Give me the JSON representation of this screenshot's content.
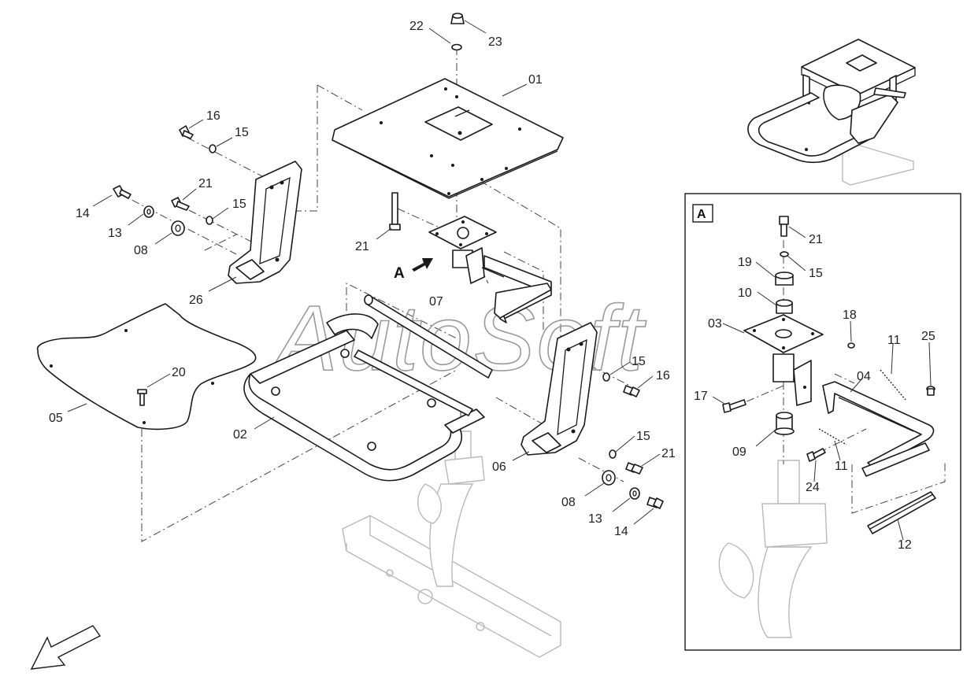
{
  "watermark": "AutoSoft",
  "detail_view": {
    "tag": "A"
  },
  "view_arrow_label": "A",
  "labels": {
    "l01": "01",
    "l02": "02",
    "l03": "03",
    "l04": "04",
    "l05": "05",
    "l06": "06",
    "l07": "07",
    "l08a": "08",
    "l08b": "08",
    "l09": "09",
    "l10": "10",
    "l11a": "11",
    "l11b": "11",
    "l12": "12",
    "l13a": "13",
    "l13b": "13",
    "l14a": "14",
    "l14b": "14",
    "l15a": "15",
    "l15b": "15",
    "l15c": "15",
    "l15d": "15",
    "l15e": "15",
    "l16a": "16",
    "l16b": "16",
    "l17": "17",
    "l18": "18",
    "l19": "19",
    "l20": "20",
    "l21a": "21",
    "l21b": "21",
    "l21c": "21",
    "l21d": "21",
    "l22": "22",
    "l23": "23",
    "l24": "24",
    "l25": "25",
    "l26": "26"
  }
}
